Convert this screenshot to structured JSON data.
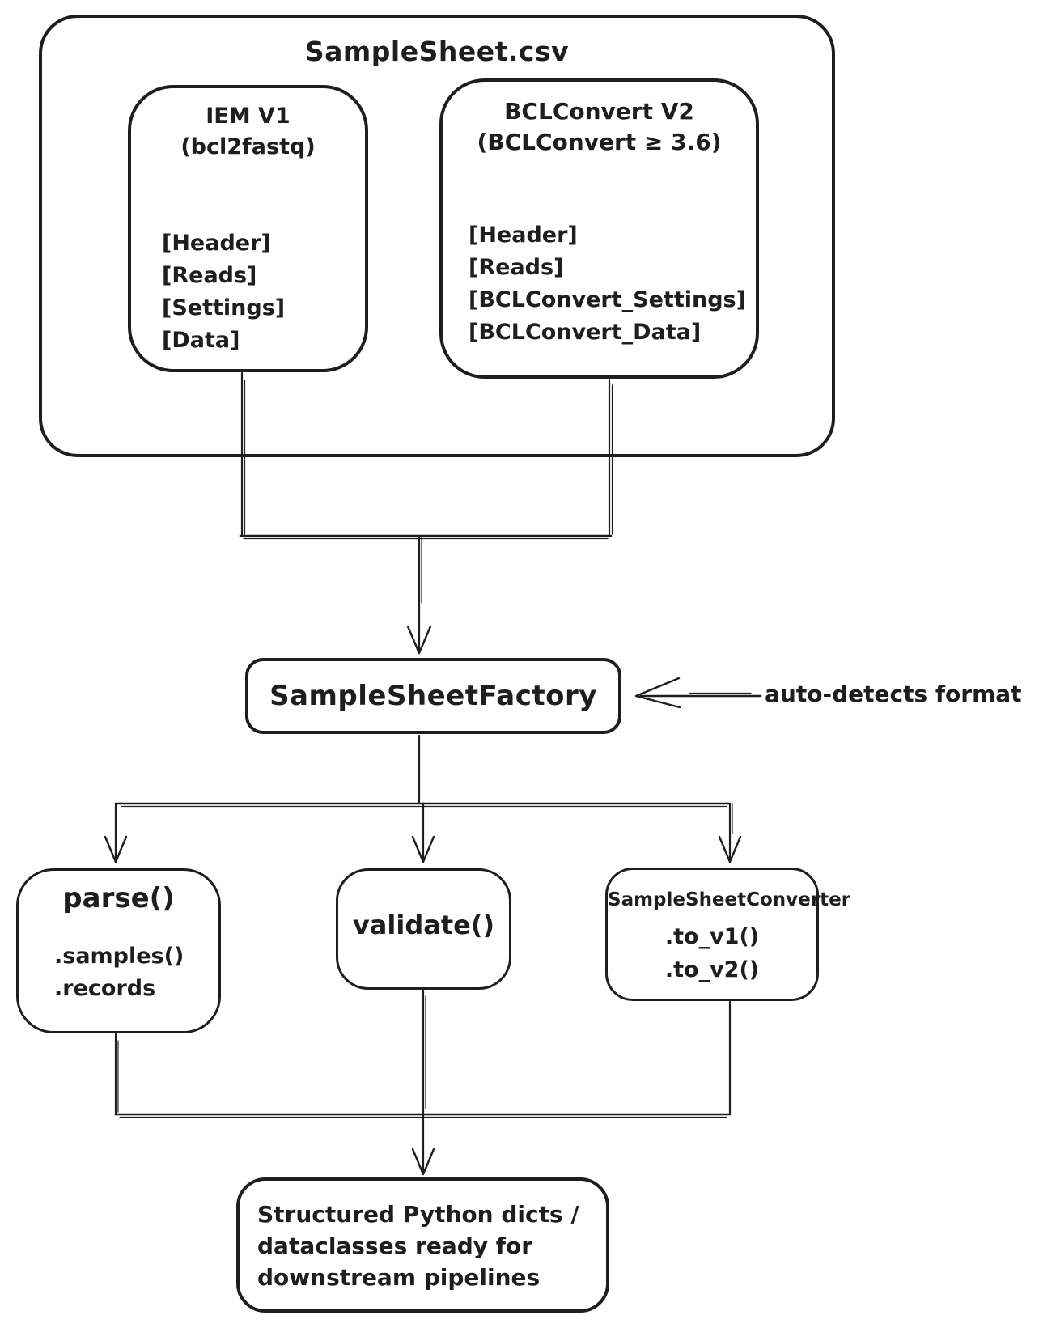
{
  "canvas": {
    "background": "#ffffff",
    "stroke_color": "#1e1e1e"
  },
  "samplesheet_group": {
    "title": "SampleSheet.csv",
    "iem_box": {
      "title": "IEM V1",
      "subtitle": "(bcl2fastq)",
      "sections": [
        "[Header]",
        "[Reads]",
        "[Settings]",
        "[Data]"
      ]
    },
    "bclconvert_box": {
      "title": "BCLConvert V2",
      "subtitle": "(BCLConvert ≥ 3.6)",
      "sections": [
        "[Header]",
        "[Reads]",
        "[BCLConvert_Settings]",
        "[BCLConvert_Data]"
      ]
    }
  },
  "factory": {
    "label": "SampleSheetFactory"
  },
  "annotation": {
    "label": "auto-detects format"
  },
  "parse_box": {
    "title": "parse()",
    "members": [
      ".samples()",
      ".records"
    ]
  },
  "validate_box": {
    "title": "validate()"
  },
  "converter_box": {
    "title": "SampleSheetConverter",
    "members": [
      ".to_v1()",
      ".to_v2()"
    ]
  },
  "output_box": {
    "lines": [
      "Structured Python dicts /",
      "dataclasses ready for",
      "downstream pipelines"
    ]
  }
}
